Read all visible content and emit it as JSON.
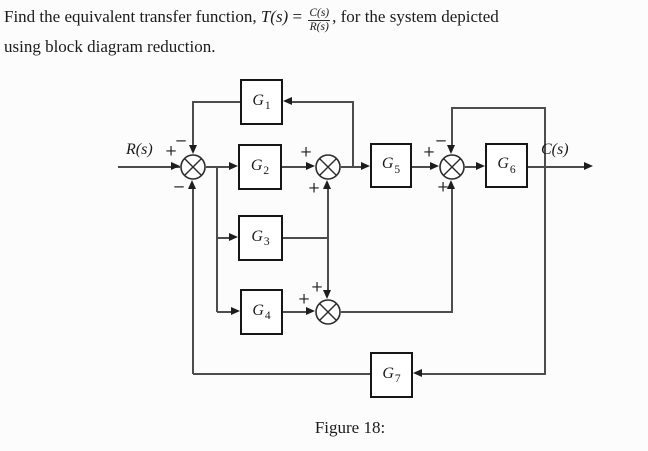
{
  "header": {
    "intro": "Find the equivalent transfer function, ",
    "tf_symbol": "T(s)",
    "equals": " = ",
    "frac_num": "C(s)",
    "frac_den": "R(s)",
    "line1_end": ", for the system depicted",
    "line2": "using block diagram reduction."
  },
  "diagram": {
    "input_label": "R(s)",
    "output_label": "C(s)",
    "blocks": [
      {
        "id": "G1",
        "base": "G",
        "sub": "1"
      },
      {
        "id": "G2",
        "base": "G",
        "sub": "2"
      },
      {
        "id": "G3",
        "base": "G",
        "sub": "3"
      },
      {
        "id": "G4",
        "base": "G",
        "sub": "4"
      },
      {
        "id": "G5",
        "base": "G",
        "sub": "5"
      },
      {
        "id": "G6",
        "base": "G",
        "sub": "6"
      },
      {
        "id": "G7",
        "base": "G",
        "sub": "7"
      }
    ],
    "sums": [
      {
        "id": "sum1",
        "left": "+",
        "top": "−",
        "bottom": "−"
      },
      {
        "id": "sum2",
        "left": "+",
        "bottom": "+"
      },
      {
        "id": "sum3",
        "left": "+",
        "top": "−",
        "bottom": "+"
      },
      {
        "id": "sum4",
        "left": "+",
        "top": "+"
      }
    ]
  },
  "caption": {
    "text": "Figure 18:"
  }
}
